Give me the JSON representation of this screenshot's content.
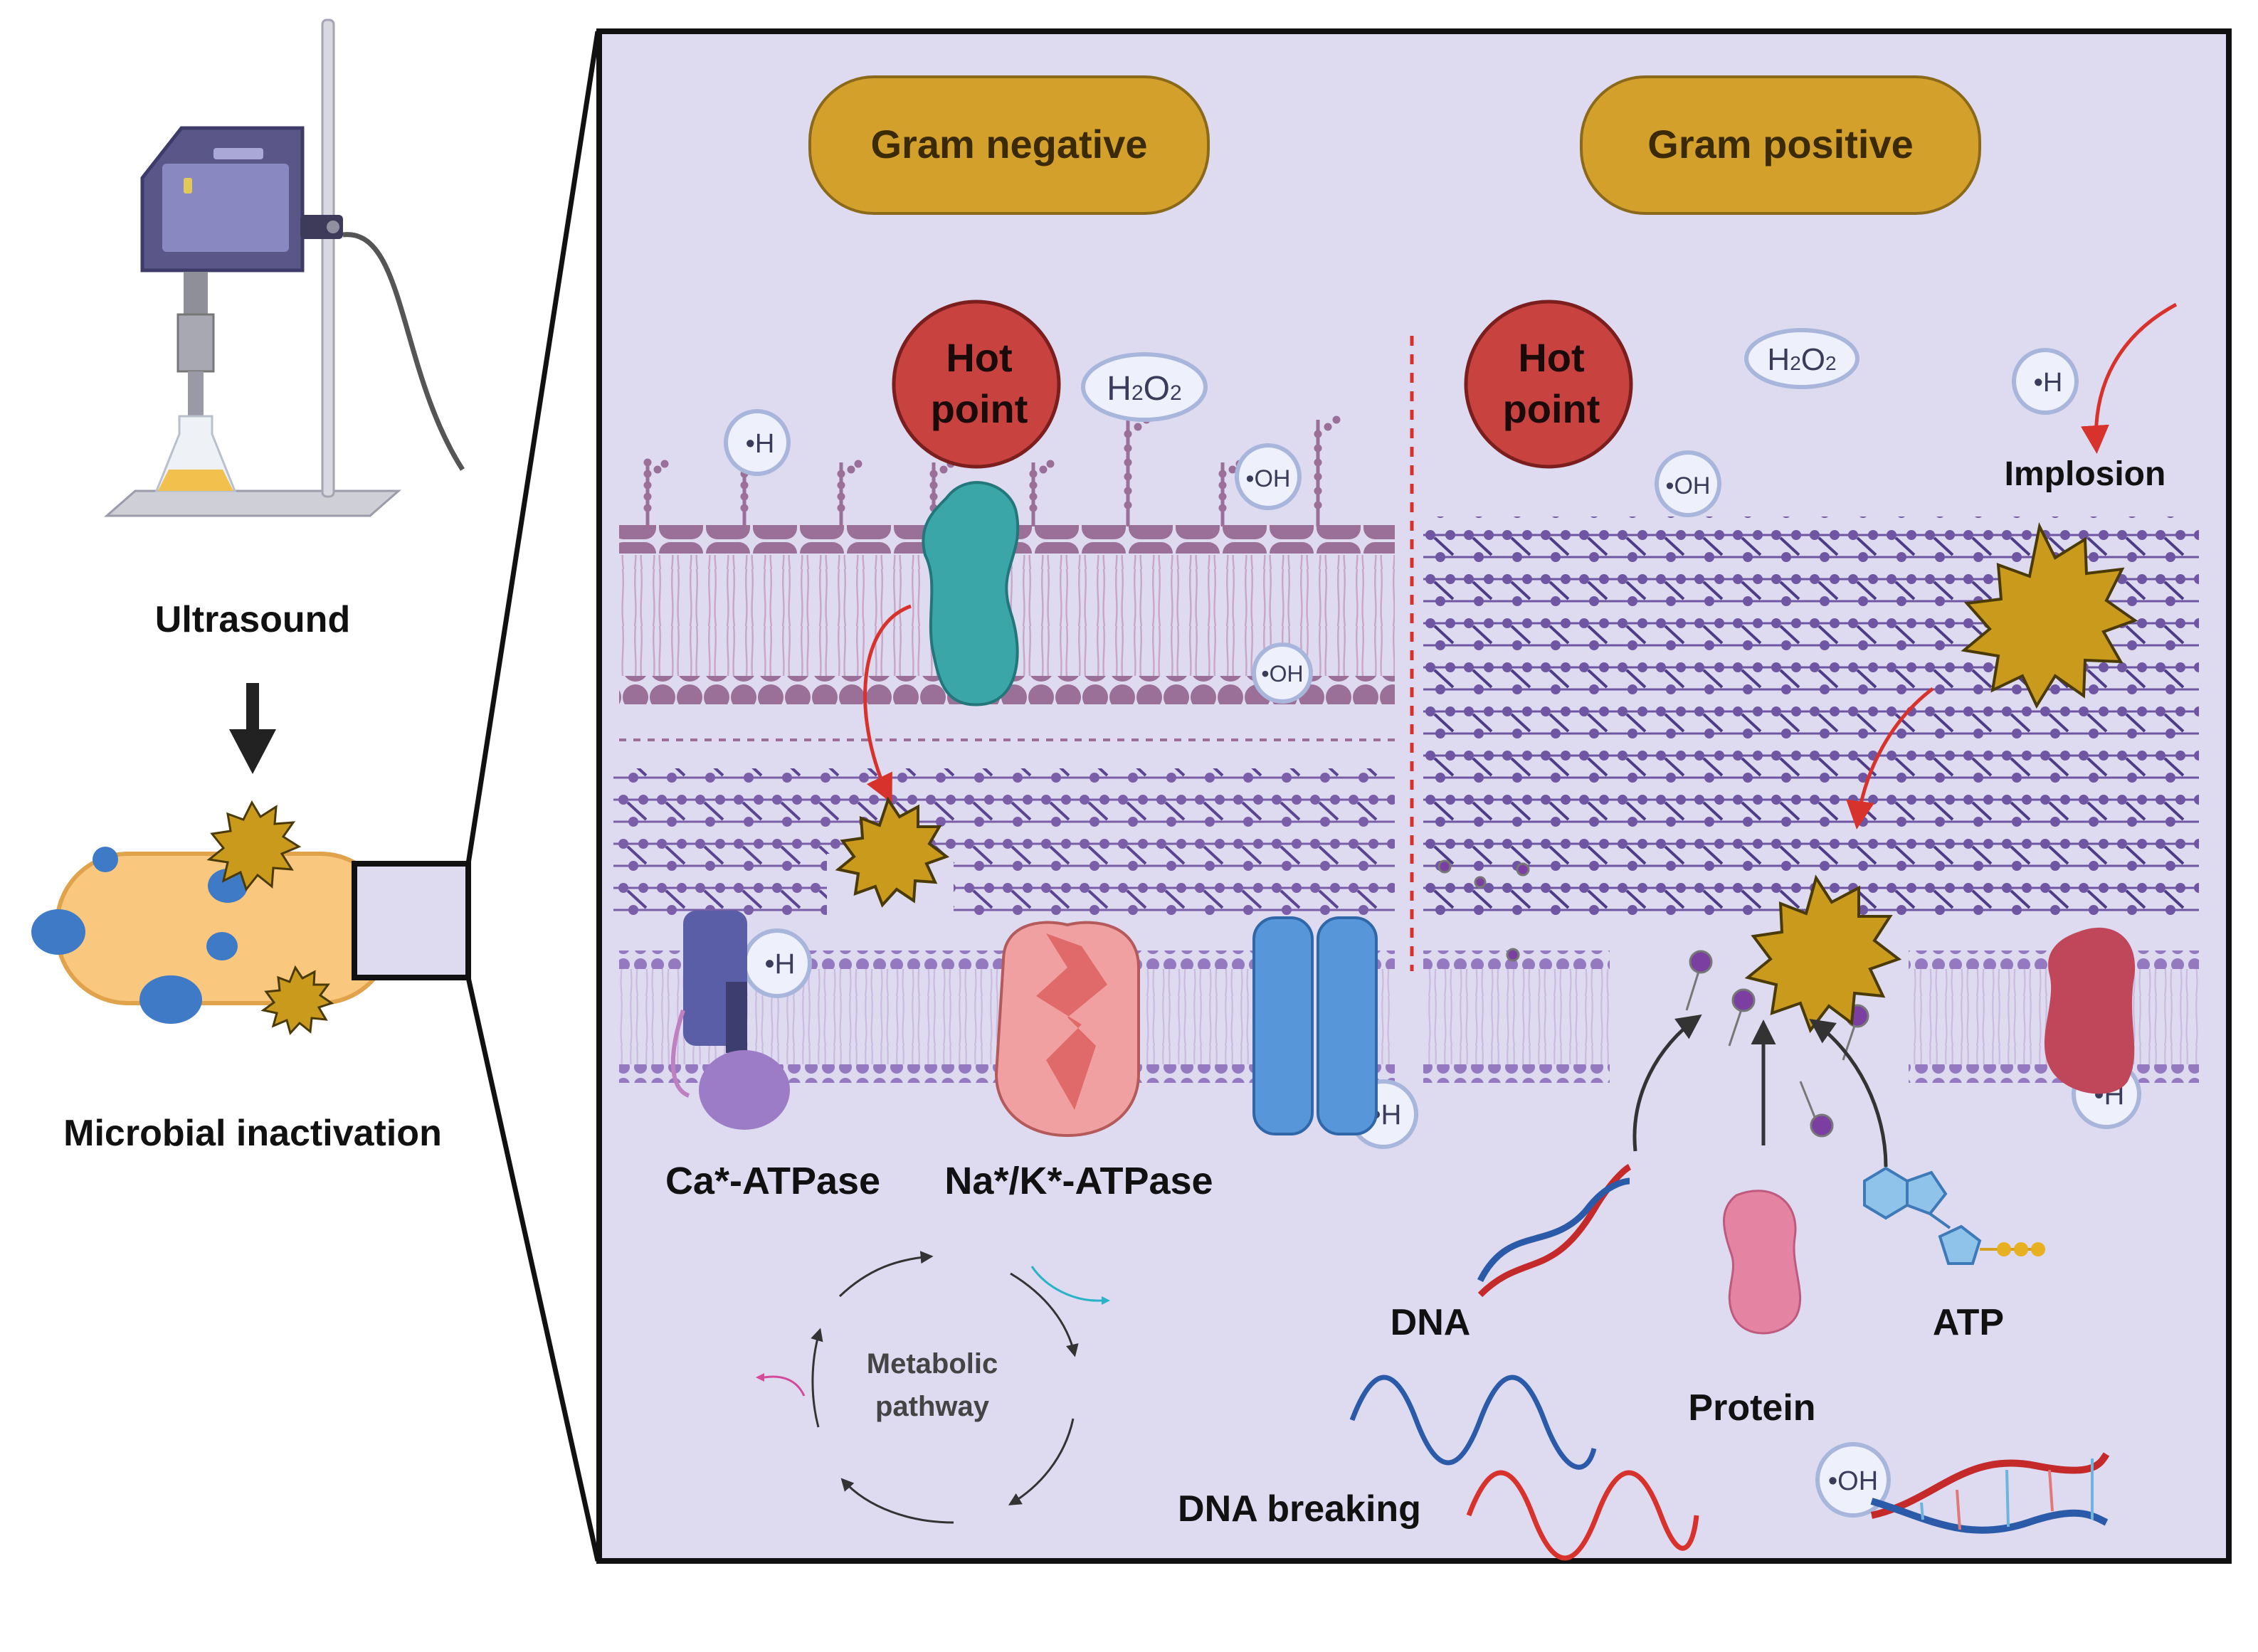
{
  "left_panel": {
    "device_label": "Ultrasound",
    "result_label": "Microbial inactivation"
  },
  "main_panel": {
    "gram_negative": "Gram negative",
    "gram_positive": "Gram positive",
    "hot_point_left": [
      "Hot",
      "point"
    ],
    "hot_point_right": [
      "Hot",
      "point"
    ],
    "implosion": "Implosion",
    "ca_atpase": "Ca*-ATPase",
    "na_k_atpase": "Na*/K*-ATPase",
    "metabolic": [
      "Metabolic",
      "pathway"
    ],
    "dna": "DNA",
    "protein": "Protein",
    "atp": "ATP",
    "dna_breaking": "DNA breaking"
  },
  "radicals": {
    "h2o2": "H2O2",
    "h": "H",
    "oh": "OH"
  },
  "colors": {
    "panel_bg": "#dedaf0",
    "pill": "#d4a02c",
    "hot_point": "#c8423f",
    "burst": "#c99a1c",
    "membrane_lipid": "#9a6f98",
    "peptidoglycan": "#7a5ea8",
    "arrow_red": "#d8322d"
  }
}
